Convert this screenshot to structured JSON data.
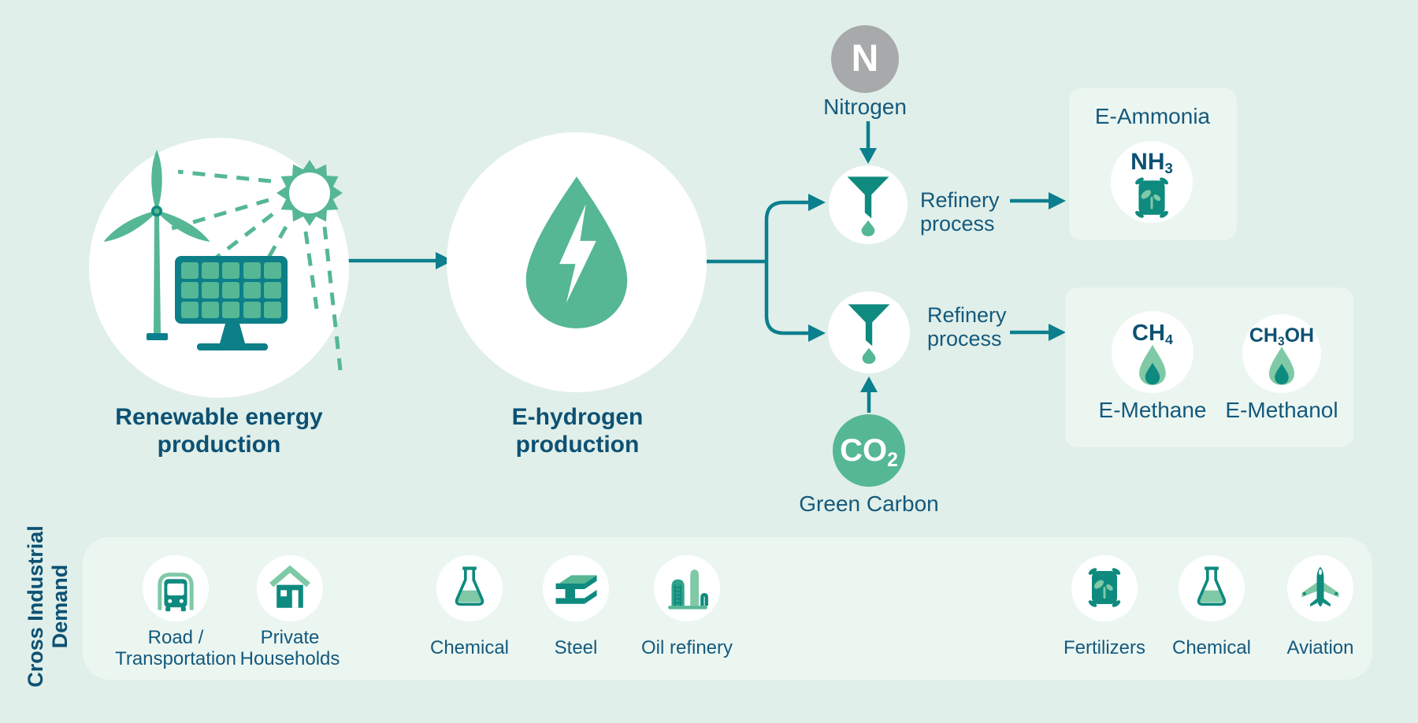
{
  "palette": {
    "background": "#e0efe9",
    "panel": "#ecf6f1",
    "green": "#55b794",
    "green_light": "#7fc9a6",
    "teal": "#0e8a7e",
    "teal_dark": "#0b7f8d",
    "text_regular": "#14597c",
    "text_bold": "#0d5173",
    "gray": "#a7a9ab",
    "white": "#ffffff"
  },
  "stages": {
    "renewable": {
      "icon": "wind-turbine-solar-panel-sun-icon",
      "label": [
        "Renewable energy",
        "production"
      ]
    },
    "ehydrogen": {
      "icon": "water-drop-lightning-icon",
      "label": [
        "E-hydrogen",
        "production"
      ]
    }
  },
  "inputs": {
    "nitrogen": {
      "symbol": "N",
      "label": "Nitrogen"
    },
    "green_carbon": {
      "symbol_main": "CO",
      "symbol_sub": "2",
      "label": "Green Carbon"
    }
  },
  "process": {
    "refinery_top": {
      "icon": "funnel-drop-icon",
      "label": [
        "Refinery",
        "process"
      ]
    },
    "refinery_bottom": {
      "icon": "funnel-drop-icon",
      "label": [
        "Refinery",
        "process"
      ]
    }
  },
  "products": {
    "e_ammonia": {
      "title": "E-Ammonia",
      "formula_main": "NH",
      "formula_sub": "3",
      "icon": "fertilizer-bag-icon"
    },
    "e_methane": {
      "formula_main": "CH",
      "formula_sub": "4",
      "label": "E-Methane",
      "icon": "flame-icon"
    },
    "e_methanol": {
      "formula_main": "CH",
      "formula_sub": "3",
      "formula_post": "OH",
      "label": "E-Methanol",
      "icon": "flame-icon"
    }
  },
  "demand": {
    "title": [
      "Cross Industrial",
      "Demand"
    ],
    "items": [
      {
        "icon": "bus-icon",
        "label": [
          "Road /",
          "Transportation"
        ]
      },
      {
        "icon": "house-icon",
        "label": [
          "Private",
          "Households"
        ]
      },
      {
        "icon": "flask-icon",
        "label": [
          "Chemical"
        ]
      },
      {
        "icon": "steel-beam-icon",
        "label": [
          "Steel"
        ]
      },
      {
        "icon": "oil-refinery-icon",
        "label": [
          "Oil refinery"
        ]
      },
      {
        "icon": "fertilizer-bag-icon",
        "label": [
          "Fertilizers"
        ]
      },
      {
        "icon": "flask-icon",
        "label": [
          "Chemical"
        ]
      },
      {
        "icon": "airplane-icon",
        "label": [
          "Aviation"
        ]
      }
    ]
  }
}
